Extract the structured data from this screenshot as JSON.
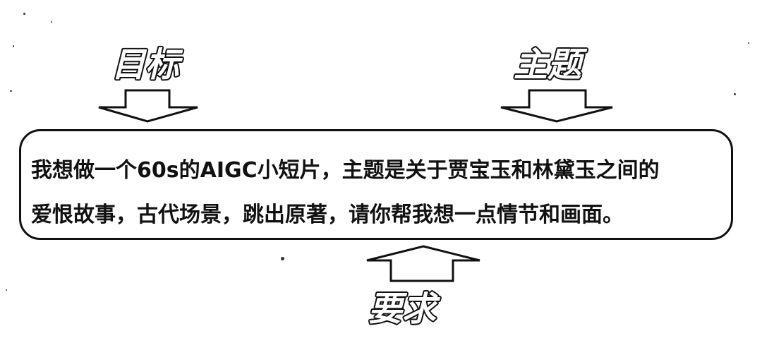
{
  "labels": {
    "target": "目标",
    "theme": "主题",
    "requirement": "要求"
  },
  "prompt": {
    "line1": "我想做一个60s的AIGC小短片，主题是关于贾宝玉和林黛玉之间的",
    "line2": "爱恨故事，古代场景，跳出原著，请你帮我想一点情节和画面。"
  },
  "colors": {
    "ink": "#111111",
    "background": "#ffffff"
  }
}
